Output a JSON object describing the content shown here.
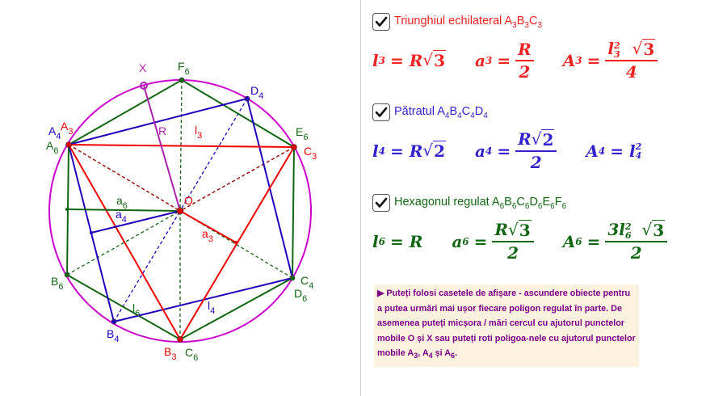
{
  "geometry": {
    "points": {
      "X": "X",
      "F6": "F",
      "D4": "D",
      "E6": "E",
      "C3": "C",
      "A3": "A",
      "A4": "A",
      "A6": "A",
      "O": "O",
      "B6": "B",
      "C4": "C",
      "D6": "D",
      "B4": "B",
      "B3": "B",
      "C6": "C"
    },
    "segments": {
      "R": "R",
      "l3": "l",
      "a6": "a",
      "a4": "a",
      "a3": "a",
      "l6": "l",
      "l4": "l"
    },
    "subscripts": {
      "three": "3",
      "four": "4",
      "six": "6"
    },
    "colors": {
      "circle": "#cc00cc",
      "triangle": "#ee0000",
      "square": "#2200bb",
      "hexagon": "#116611",
      "segment_R": "#aa22aa",
      "point_fill": "#dd0000",
      "X_point": "#aa22aa"
    }
  },
  "panel": {
    "triangle": {
      "checked": true,
      "label": "Triunghiul echilateral A",
      "label_tail": [
        "3",
        "B",
        "3",
        "C",
        "3"
      ],
      "color": "#ee2222",
      "formulas": {
        "l_lhs": "l",
        "l_sub": "3",
        "l_rhs": "= R",
        "l_root": "3",
        "a_lhs": "a",
        "a_sub": "3",
        "a_eq": "=",
        "a_num": "R",
        "a_den": "2",
        "A_lhs": "A",
        "A_sub": "3",
        "A_eq": "=",
        "A_num_l": "l",
        "A_num_sup": "2",
        "A_num_sub": "3",
        "A_num_root": "3",
        "A_den": "4"
      }
    },
    "square": {
      "checked": true,
      "label": "Pătratul A",
      "label_tail": [
        "4",
        "B",
        "4",
        "C",
        "4",
        "D",
        "4"
      ],
      "color": "#3322cc",
      "formulas": {
        "l_lhs": "l",
        "l_sub": "4",
        "l_rhs": "= R",
        "l_root": "2",
        "a_lhs": "a",
        "a_sub": "4",
        "a_eq": "=",
        "a_num": "R",
        "a_num_root": "2",
        "a_den": "2",
        "A_lhs": "A",
        "A_sub": "4",
        "A_rhs": "= l",
        "A_sup": "2",
        "A_sub2": "4"
      }
    },
    "hexagon": {
      "checked": true,
      "label": "Hexagonul regulat A",
      "label_tail": [
        "6",
        "B",
        "6",
        "C",
        "6",
        "D",
        "6",
        "E",
        "6",
        "F",
        "6"
      ],
      "color": "#116611",
      "formulas": {
        "l_lhs": "l",
        "l_sub": "6",
        "l_rhs": "= R",
        "a_lhs": "a",
        "a_sub": "6",
        "a_eq": "=",
        "a_num": "R",
        "a_num_root": "3",
        "a_den": "2",
        "A_lhs": "A",
        "A_sub": "6",
        "A_eq": "=",
        "A_num": "3l",
        "A_num_sup": "2",
        "A_num_sub": "6",
        "A_num_root": "3",
        "A_den": "2"
      }
    },
    "info": {
      "arrow": "▶",
      "text": "Puteți folosi casetele de afișare - ascundere obiecte pentru a putea urmări mai ușor fiecare poligon regulat în parte. De asemenea puteți micșora / mări cercul cu ajutorul punctelor mobile O și X sau puteți roti poligoa-nele cu ajutorul punctelor mobile  A",
      "tail": [
        "3",
        ", A",
        "4",
        " și A",
        "6",
        "."
      ]
    },
    "checkmark_icon": "check-icon"
  }
}
